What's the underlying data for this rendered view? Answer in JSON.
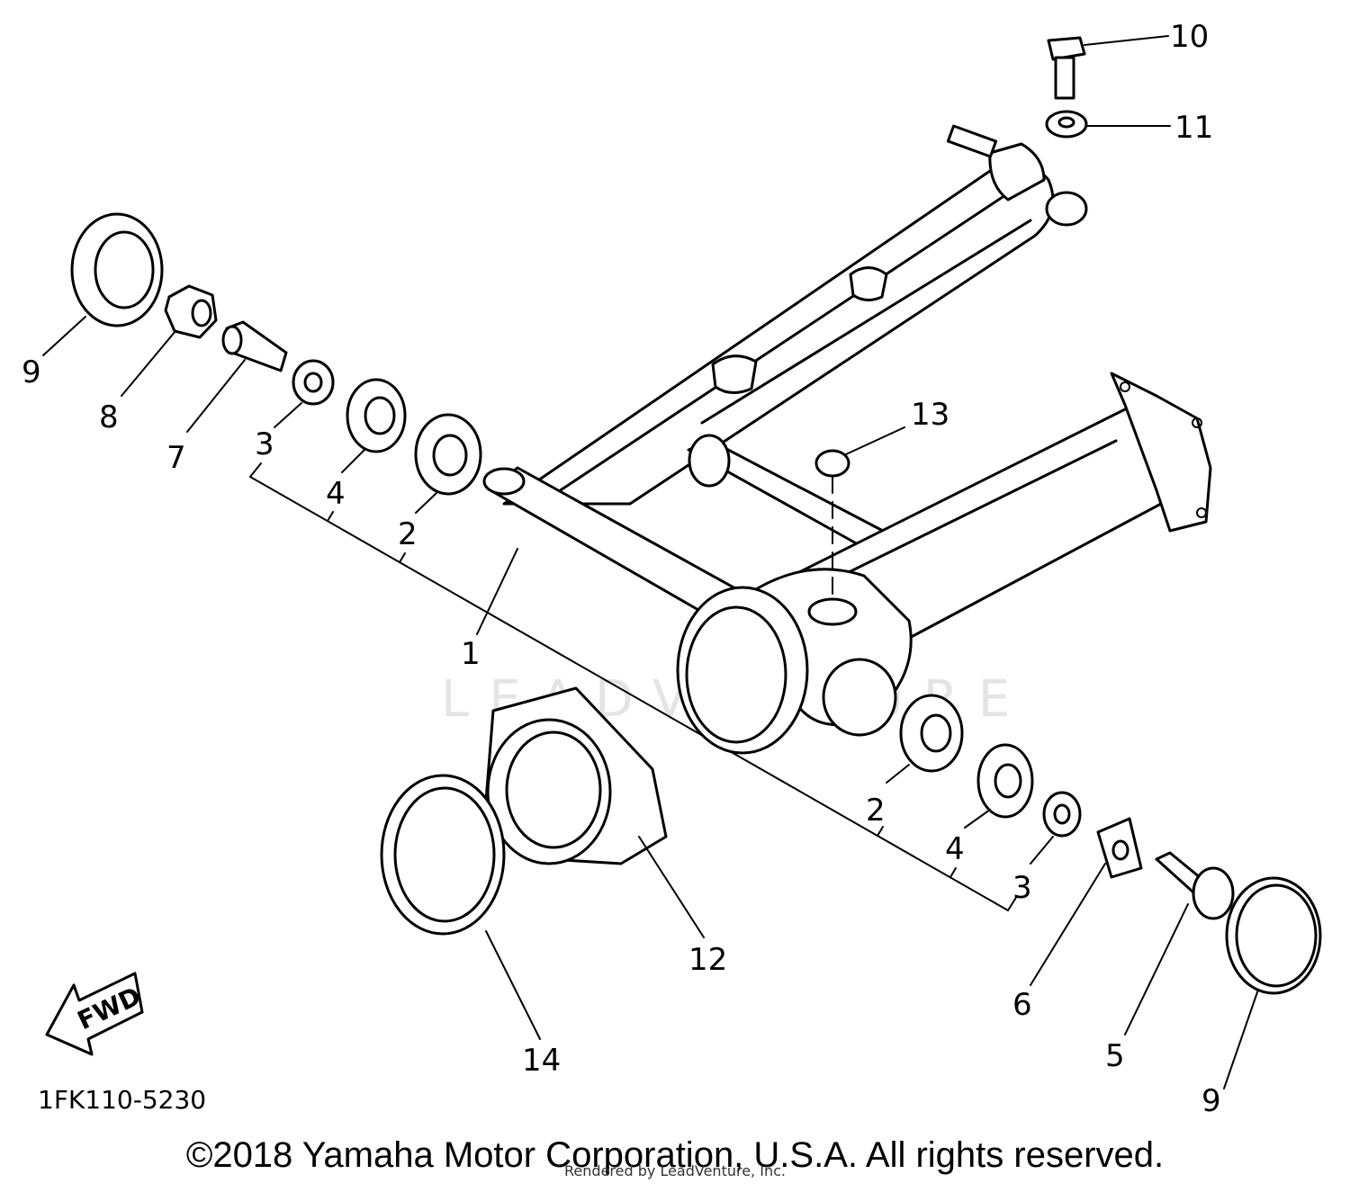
{
  "diagram_code": "1FK110-5230",
  "copyright": "©2018 Yamaha Motor Corporation, U.S.A. All rights reserved.",
  "rendered_by": "Rendered by LeadVenture, Inc.",
  "watermark": "LEADVENTURE",
  "fwd_label": "FWD",
  "callouts": {
    "c1": "1",
    "c2a": "2",
    "c2b": "2",
    "c3a": "3",
    "c3b": "3",
    "c4a": "4",
    "c4b": "4",
    "c5": "5",
    "c6": "6",
    "c7": "7",
    "c8": "8",
    "c9a": "9",
    "c9b": "9",
    "c10": "10",
    "c11": "11",
    "c12": "12",
    "c13": "13",
    "c14": "14"
  }
}
